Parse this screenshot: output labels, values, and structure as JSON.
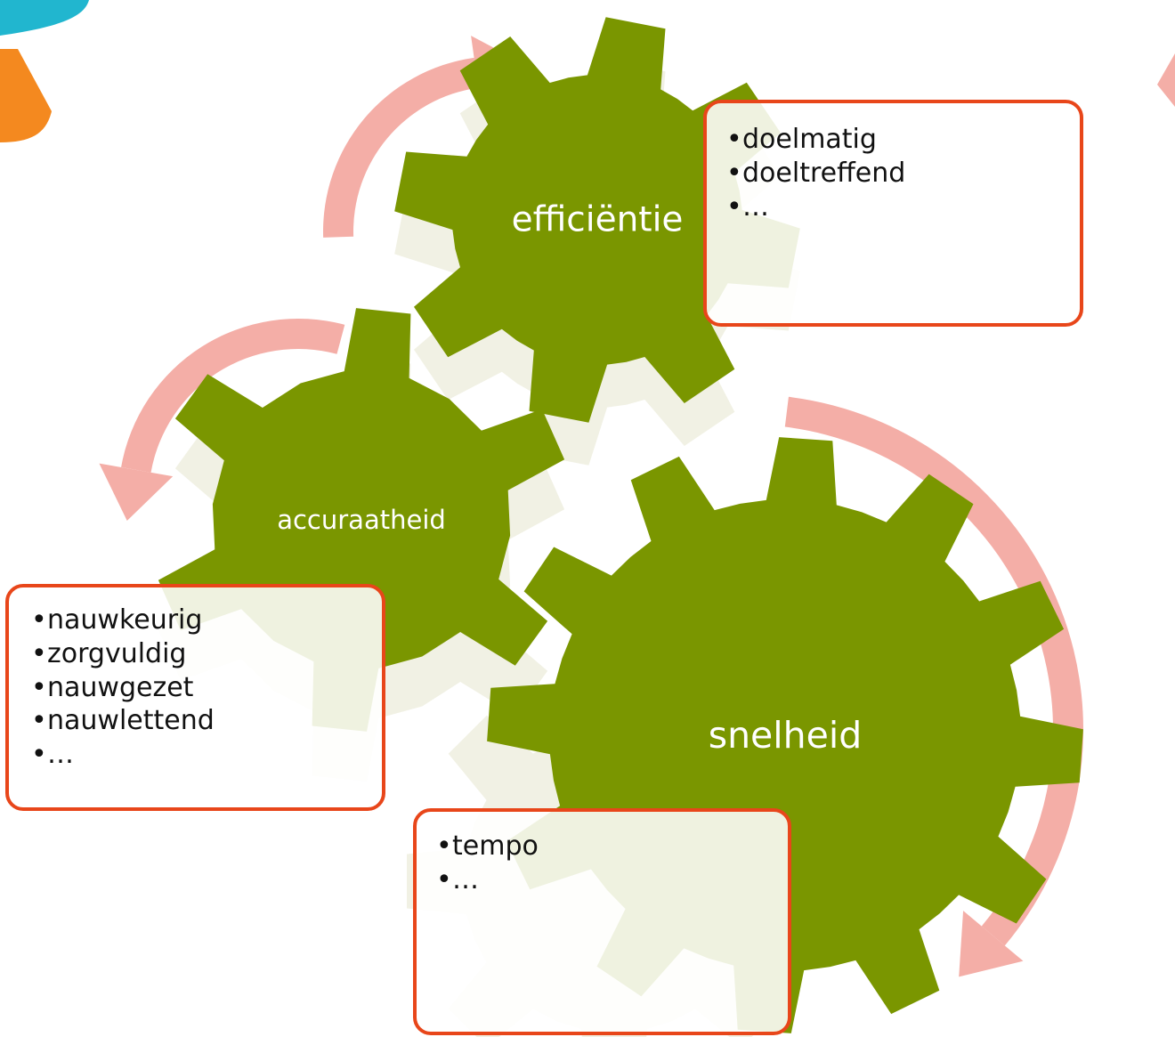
{
  "gears": [
    {
      "id": "efficientie",
      "label": "efficiëntie"
    },
    {
      "id": "accuraatheid",
      "label": "accuraatheid"
    },
    {
      "id": "snelheid",
      "label": "snelheid"
    }
  ],
  "boxes": {
    "efficientie": [
      "doelmatig",
      "doeltreffend",
      "…"
    ],
    "accuraatheid": [
      "nauwkeurig",
      "zorgvuldig",
      "nauwgezet",
      "nauwlettend",
      "…"
    ],
    "snelheid": [
      "tempo",
      "…"
    ]
  },
  "colors": {
    "gear": "#7a9600",
    "gear_shadow": "#f1f1e4",
    "arrow": "#f4aea7",
    "box_border": "#e8461a",
    "logo_teal": "#21b6cf",
    "logo_orange": "#f4891f"
  }
}
